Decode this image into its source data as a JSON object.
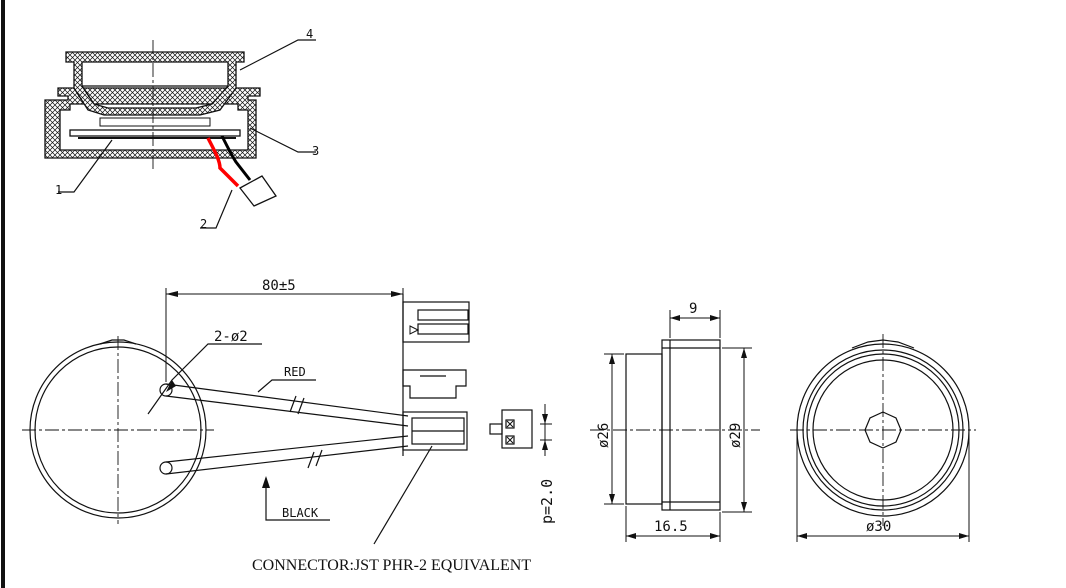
{
  "callouts": {
    "part_1": "1",
    "part_2": "2",
    "part_3": "3",
    "part_4": "4"
  },
  "dimensions": {
    "wire_length": "80±5",
    "holes": "2-ø2",
    "pitch": "p=2.0",
    "depth_9": "9",
    "diameter_26": "ø26",
    "diameter_29": "ø29",
    "height_16_5": "16.5",
    "diameter_30": "ø30"
  },
  "wires": {
    "red": "RED",
    "black": "BLACK",
    "red_color": "#ff0000",
    "black_color": "#000000"
  },
  "connector_note": "CONNECTOR:JST PHR-2 EQUIVALENT"
}
